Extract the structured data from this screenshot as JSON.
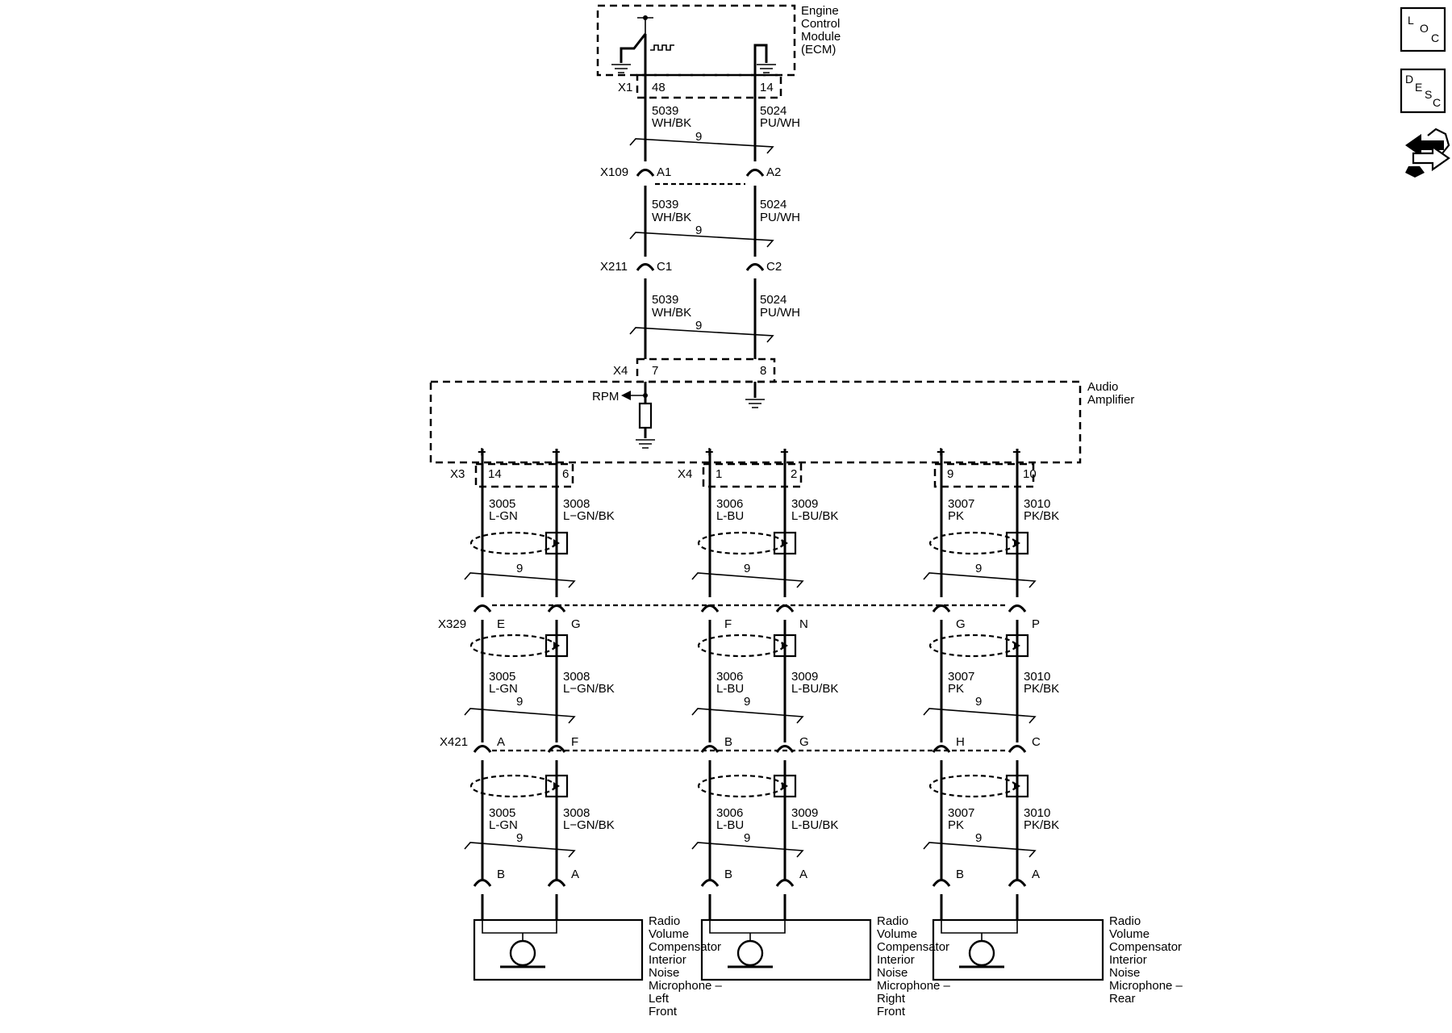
{
  "ecm": {
    "name_lines": [
      "Engine",
      "Control",
      "Module",
      "(ECM)"
    ],
    "connector": "X1",
    "pins": [
      "48",
      "14"
    ]
  },
  "circuits_top": {
    "left": {
      "circuit": "5039",
      "color": "WH/BK"
    },
    "right": {
      "circuit": "5024",
      "color": "PU/WH"
    },
    "twist": "9"
  },
  "inline_connectors": [
    {
      "name": "X109",
      "pins": [
        "A1",
        "A2"
      ]
    },
    {
      "name": "X211",
      "pins": [
        "C1",
        "C2"
      ]
    }
  ],
  "amplifier": {
    "name_lines": [
      "Audio",
      "Amplifier"
    ],
    "input_connector": "X4",
    "input_pins": [
      "7",
      "8"
    ],
    "rpm_label": "RPM",
    "plus": "+",
    "minus": "−"
  },
  "microphones": [
    {
      "amp_connector": "X3",
      "amp_pins": [
        "14",
        "6"
      ],
      "plus": {
        "circuit": "3005",
        "color": "L-GN"
      },
      "minus": {
        "circuit": "3008",
        "color": "L−GN/BK"
      },
      "twist": "9",
      "x329_pins": [
        "E",
        "G"
      ],
      "x421_pins": [
        "A",
        "F"
      ],
      "mic_pins": [
        "B",
        "A"
      ],
      "name_lines": [
        "Radio",
        "Volume",
        "Compensator",
        "Interior",
        "Noise",
        "Microphone –",
        "Left",
        "Front"
      ]
    },
    {
      "amp_connector": "X4",
      "amp_pins": [
        "1",
        "2"
      ],
      "plus": {
        "circuit": "3006",
        "color": "L-BU"
      },
      "minus": {
        "circuit": "3009",
        "color": "L-BU/BK"
      },
      "twist": "9",
      "x329_pins": [
        "F",
        "N"
      ],
      "x421_pins": [
        "B",
        "G"
      ],
      "mic_pins": [
        "B",
        "A"
      ],
      "name_lines": [
        "Radio",
        "Volume",
        "Compensator",
        "Interior",
        "Noise",
        "Microphone –",
        "Right",
        "Front"
      ]
    },
    {
      "amp_connector": "",
      "amp_pins": [
        "9",
        "10"
      ],
      "plus": {
        "circuit": "3007",
        "color": "PK"
      },
      "minus": {
        "circuit": "3010",
        "color": "PK/BK"
      },
      "twist": "9",
      "x329_pins": [
        "G",
        "P"
      ],
      "x421_pins": [
        "H",
        "C"
      ],
      "mic_pins": [
        "B",
        "A"
      ],
      "name_lines": [
        "Radio",
        "Volume",
        "Compensator",
        "Interior",
        "Noise",
        "Microphone –",
        "Rear"
      ]
    }
  ],
  "row_connectors": [
    "X329",
    "X421"
  ],
  "side_icons": [
    {
      "icon": "loc-icon",
      "letters": [
        "L",
        "O",
        "C"
      ]
    },
    {
      "icon": "desc-icon",
      "letters": [
        "D",
        "E",
        "S",
        "C"
      ]
    },
    {
      "icon": "arrows-wrench-icon"
    }
  ]
}
